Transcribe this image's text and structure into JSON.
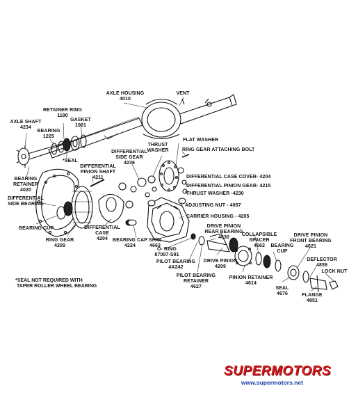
{
  "labels": {
    "axle_housing": [
      "AXLE HOUSING",
      "4010"
    ],
    "vent": [
      "VENT"
    ],
    "retainer_ring": [
      "RETAINER RING",
      "1180"
    ],
    "axle_shaft": [
      "AXLE SHAFT",
      "4234"
    ],
    "gasket": [
      "GASKET",
      "1001"
    ],
    "bearing": [
      "BEARING",
      "1225"
    ],
    "seal": [
      "*SEAL"
    ],
    "bearing_retainer": [
      "BEARING",
      "RETAINER",
      "4020"
    ],
    "flat_washer": [
      "FLAT WASHER"
    ],
    "thrust_washer": [
      "THRUST",
      "WASHER"
    ],
    "ring_gear_bolt": [
      "RING GEAR ATTACHING BOLT"
    ],
    "diff_side_gear": [
      "DIFFERENTIAL",
      "SIDE GEAR",
      "4236"
    ],
    "diff_pinion_shaft": [
      "DIFFERENTIAL",
      "PINION SHAFT",
      "4211"
    ],
    "diff_case_cover": [
      "DIFFERENTIAL CASE COVER- 4204"
    ],
    "diff_pinion_gear": [
      "DIFFERENTIAL PINION GEAR- 4215"
    ],
    "thrust_washer_4230": [
      "THRUST WASHER -4230"
    ],
    "diff_side_bearing": [
      "DIFFERENTIAL",
      "SIDE BEARING"
    ],
    "adjusting_nut": [
      "ADJUSTING NUT - 4067"
    ],
    "carrier_housing": [
      "CARRIER HOUSING - 4205"
    ],
    "bearing_cup_left": [
      "BEARING CUP"
    ],
    "diff_case": [
      "DIFFERENTIAL",
      "CASE",
      "4204"
    ],
    "ring_gear": [
      "RING GEAR",
      "4209"
    ],
    "bearing_cap": [
      "BEARING CAP",
      "4224"
    ],
    "drive_pinion_rear_bearing": [
      "DRIVE PINION",
      "REAR BEARING",
      "4630"
    ],
    "collapsible_spacer": [
      "COLLAPSIBLE",
      "SPACER",
      "4662"
    ],
    "drive_pinion_front_bearing": [
      "DRIVE PINION",
      "FRONT BEARING",
      "4621"
    ],
    "shim": [
      "SHIM",
      "4663"
    ],
    "o_ring": [
      "O- RING",
      "87097-S91"
    ],
    "bearing_cup_right": [
      "BEARING",
      "CUP"
    ],
    "deflector": [
      "DEFLECTOR",
      "4859"
    ],
    "drive_pinion": [
      "DRIVE PINION",
      "4209"
    ],
    "lock_nut": [
      "LOCK NUT"
    ],
    "pilot_bearing": [
      "PILOT BEARING",
      "4A242"
    ],
    "pilot_bearing_retainer": [
      "PILOT BEARING",
      "RETAINER",
      "4627"
    ],
    "pinion_retainer": [
      "PINION RETAINER",
      "4614"
    ],
    "seal_4676": [
      "SEAL",
      "4676"
    ],
    "flange": [
      "FLANGE",
      "4851"
    ]
  },
  "footnote": [
    "*SEAL NOT REQUIRED WITH",
    "TAPER ROLLER WHEEL BEARING"
  ],
  "watermark": {
    "logo": "SUPERMOTORS",
    "url": "www.supermotors.net"
  }
}
